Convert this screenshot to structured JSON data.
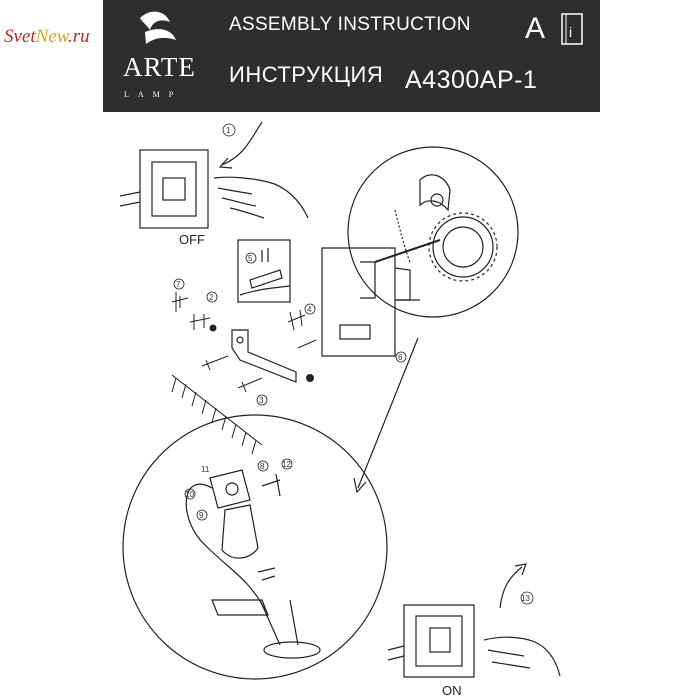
{
  "header": {
    "brand_name": "ARTE",
    "brand_sub": "LAMP",
    "title_en": "ASSEMBLY INSTRUCTION",
    "title_ru": "ИНСТРУКЦИЯ",
    "model": "A4300AP-1",
    "lang_letter": "A"
  },
  "watermark": {
    "part1": "Svet",
    "part2": "New",
    "part3": ".ru"
  },
  "labels": {
    "off": "OFF",
    "on": "ON"
  },
  "steps": [
    "1",
    "2",
    "3",
    "4",
    "5",
    "6",
    "7",
    "8",
    "9",
    "10",
    "11",
    "12",
    "13"
  ],
  "colors": {
    "header_bg": "#2e2e2e",
    "watermark_red": "#c0282a",
    "watermark_gold": "#e0a21a"
  },
  "icons": [
    "book-info-icon",
    "hand-press-icon",
    "bird-logo-icon"
  ]
}
